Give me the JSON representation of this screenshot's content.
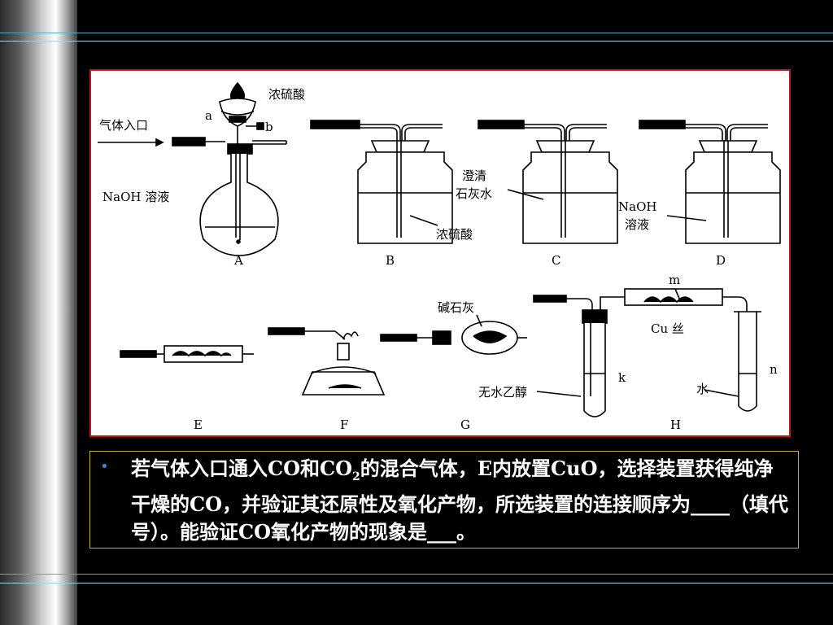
{
  "figure": {
    "labels": {
      "gas_inlet": "气体入口",
      "conc_acid_top": "浓硫酸",
      "naoh_solution": "NaOH 溶液",
      "valve_a": "a",
      "valve_b": "b",
      "conc_acid_b": "浓硫酸",
      "limewater_line1": "澄清",
      "limewater_line2": "石灰水",
      "naoh_d_line1": "NaOH",
      "naoh_d_line2": "溶液",
      "soda_lime": "碱石灰",
      "copper_wire": "Cu 丝",
      "ethanol": "无水乙醇",
      "water": "水",
      "point_m": "m",
      "point_k": "k",
      "point_n": "n"
    },
    "apparatus_letters": [
      "A",
      "B",
      "C",
      "D",
      "E",
      "F",
      "G",
      "H"
    ]
  },
  "question": {
    "bullet": "•",
    "part1": "若气体入口通入CO和CO",
    "sub": "2",
    "part2": "的混合气体，E内放置CuO，选择装置获得纯净干燥的CO，并验证其还原性及氧化产物，所选装置的连接顺序为____（填代号）。能验证CO氧化产物的现象是___。"
  }
}
